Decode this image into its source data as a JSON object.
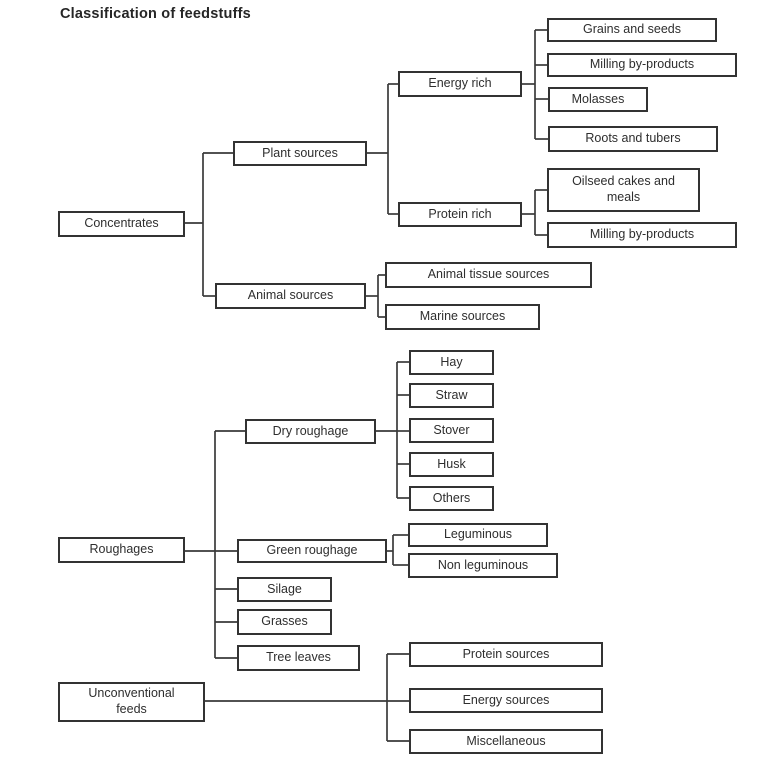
{
  "title": "Classification of feedstuffs",
  "concentrates": {
    "label": "Concentrates",
    "plant_sources": {
      "label": "Plant sources",
      "energy_rich": {
        "label": "Energy rich",
        "grains_and_seeds": {
          "label": "Grains and seeds"
        },
        "milling_by_products": {
          "label": "Milling by-products"
        },
        "molasses": {
          "label": "Molasses"
        },
        "roots_and_tubers": {
          "label": "Roots and tubers"
        }
      },
      "protein_rich": {
        "label": "Protein rich",
        "oilseed_cakes_and_meals": {
          "label": "Oilseed cakes and meals"
        },
        "milling_by_products": {
          "label": "Milling by-products"
        }
      }
    },
    "animal_sources": {
      "label": "Animal sources",
      "animal_tissue_sources": {
        "label": "Animal tissue sources"
      },
      "marine_sources": {
        "label": "Marine sources"
      }
    }
  },
  "roughages": {
    "label": "Roughages",
    "dry_roughage": {
      "label": "Dry roughage",
      "hay": {
        "label": "Hay"
      },
      "straw": {
        "label": "Straw"
      },
      "stover": {
        "label": "Stover"
      },
      "husk": {
        "label": "Husk"
      },
      "others": {
        "label": "Others"
      }
    },
    "green_roughage": {
      "label": "Green roughage",
      "leguminous": {
        "label": "Leguminous"
      },
      "non_leguminous": {
        "label": "Non leguminous"
      }
    },
    "silage": {
      "label": "Silage"
    },
    "grasses": {
      "label": "Grasses"
    },
    "tree_leaves": {
      "label": "Tree leaves"
    }
  },
  "unconventional_feeds": {
    "label": "Unconventional feeds",
    "protein_sources": {
      "label": "Protein sources"
    },
    "energy_sources": {
      "label": "Energy sources"
    },
    "miscellaneous": {
      "label": "Miscellaneous"
    }
  },
  "colors": {
    "line": "#3a3a3a",
    "box_border": "#333333",
    "text": "#2e2e2e",
    "background": "#ffffff"
  }
}
